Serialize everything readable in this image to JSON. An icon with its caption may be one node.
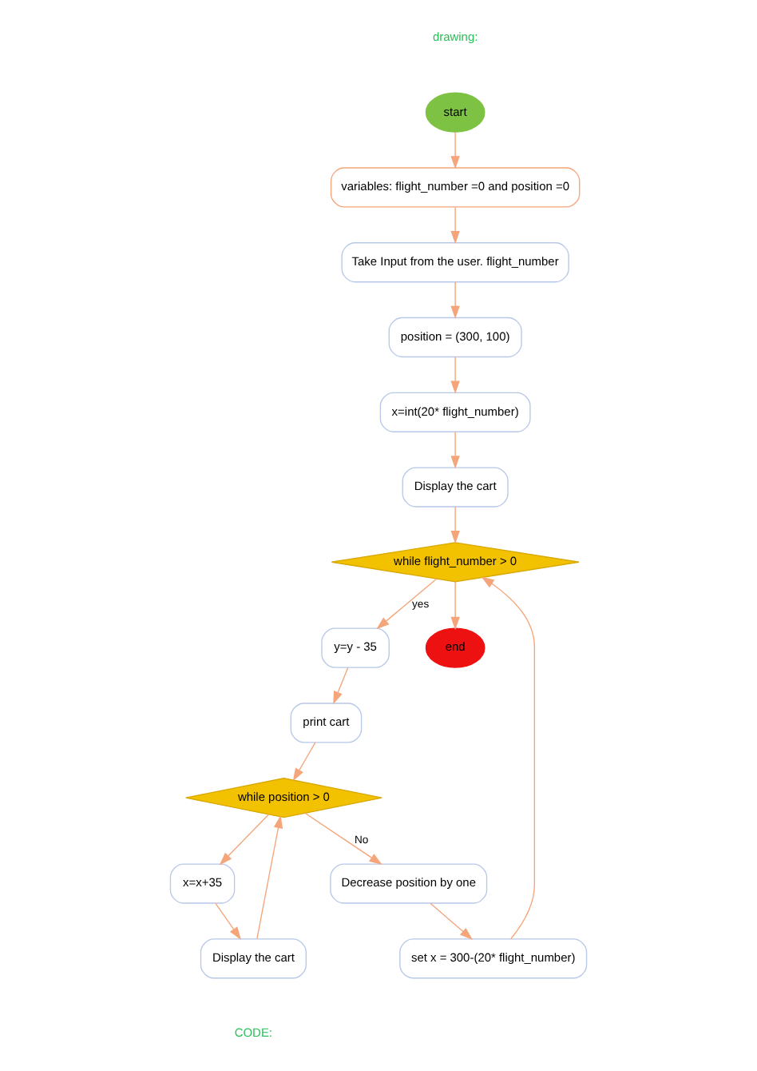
{
  "diagram": {
    "nodes": [
      {
        "text": [
          "start"
        ]
      },
      {
        "text": [
          "variables: flight_number =0 and position =0"
        ]
      },
      {
        "text": [
          "Take Input from the user. flight_number"
        ]
      },
      {
        "text": [
          "position = (300, 100)"
        ]
      },
      {
        "text": [
          "x=int(20* flight_number)"
        ]
      },
      {
        "text": [
          "Display the cart"
        ]
      },
      {
        "text": [
          "while flight_number > 0"
        ]
      },
      {
        "text": [
          "y=y - 35"
        ]
      },
      {
        "text": [
          "print cart"
        ]
      },
      {
        "text": [
          "while position > 0"
        ]
      },
      {
        "text": [
          "Decrease position by one"
        ]
      },
      {
        "text": [
          "set x = 300-(20* flight_number)"
        ]
      },
      {
        "text": [
          "x=x+35"
        ]
      },
      {
        "text": [
          "Display the cart"
        ]
      },
      {
        "text": [
          "end"
        ]
      }
    ],
    "edges": [
      {
        "from": 0,
        "to": 1,
        "arrow": "to"
      },
      {
        "from": 1,
        "to": 2,
        "arrow": "to"
      },
      {
        "from": 2,
        "to": 3,
        "arrow": "to"
      },
      {
        "from": 3,
        "to": 4,
        "arrow": "to"
      },
      {
        "from": 4,
        "to": 5,
        "arrow": "to"
      },
      {
        "from": 5,
        "to": 6,
        "arrow": "to"
      },
      {
        "from": 6,
        "to": 7,
        "arrow": "to",
        "label": "yes"
      },
      {
        "from": 7,
        "to": 8,
        "arrow": "to"
      },
      {
        "from": 8,
        "to": 9,
        "arrow": "to"
      },
      {
        "from": 9,
        "to": 10,
        "arrow": "to",
        "label": "No"
      },
      {
        "from": 10,
        "to": 11,
        "arrow": "to"
      },
      {
        "from": 11,
        "to": 6,
        "arrow": "to"
      },
      {
        "from": 9,
        "to": 12,
        "arrow": "to"
      },
      {
        "from": 12,
        "to": 13,
        "arrow": "to"
      },
      {
        "from": 13,
        "to": 9,
        "arrow": "to"
      },
      {
        "from": 6,
        "to": 14,
        "arrow": "to"
      }
    ],
    "labels": [
      "drawing:",
      "CODE:"
    ]
  }
}
